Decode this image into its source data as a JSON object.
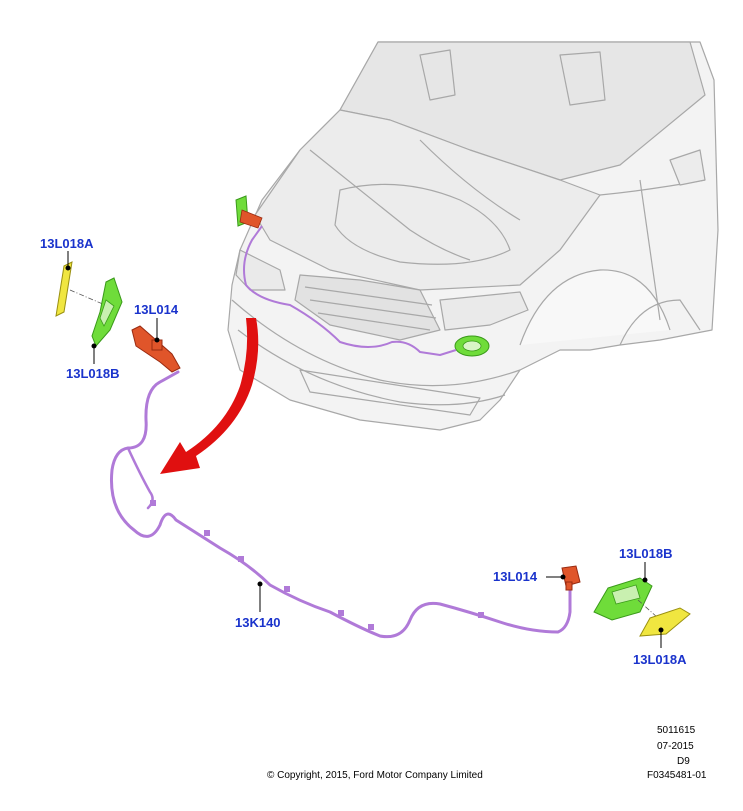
{
  "labels": {
    "left_lens": "13L018A",
    "left_bezel": "13L018B",
    "left_lamp": "13L014",
    "harness": "13K140",
    "right_lamp": "13L014",
    "right_bezel": "13L018B",
    "right_lens": "13L018A"
  },
  "footer": {
    "copyright": "© Copyright, 2015, Ford Motor Company Limited",
    "code1": "5011615",
    "date": "07-2015",
    "code2": "D9",
    "figure_id": "F0345481-01"
  },
  "colors": {
    "label": "#1a33cc",
    "harness": "#b07ad8",
    "lamp": "#e0552a",
    "bezel": "#6fdc3a",
    "lens": "#f0e640",
    "arrow": "#e01010",
    "car_outline": "#9a9a9a"
  }
}
